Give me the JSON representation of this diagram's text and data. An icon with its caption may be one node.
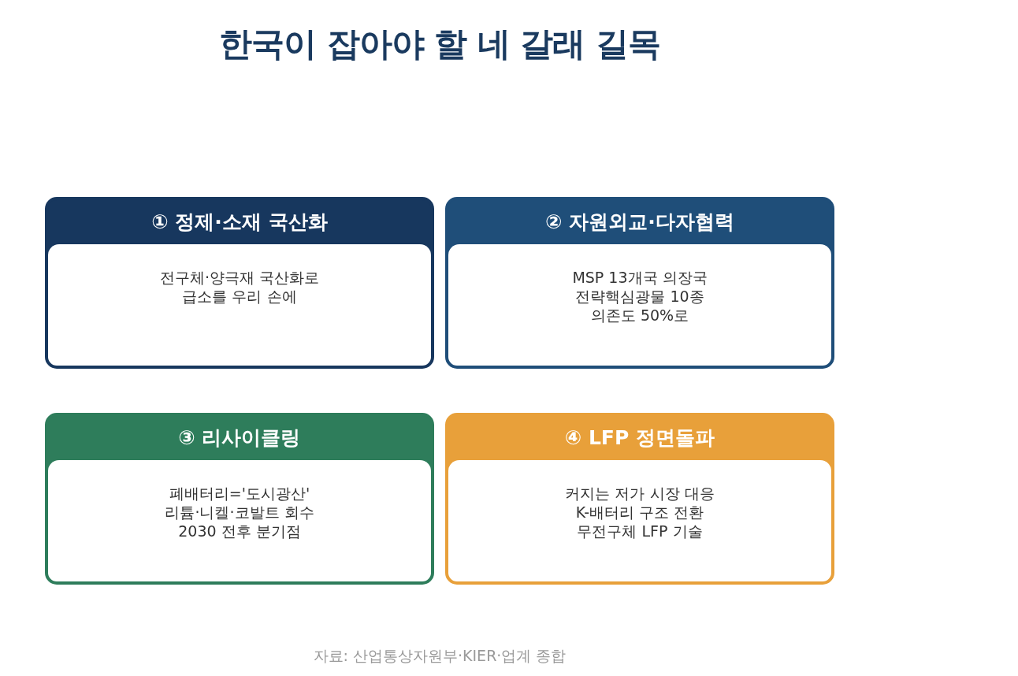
{
  "diagram": {
    "title": "한국이 잡아야 할 네 갈래 길목",
    "caption": "자료: 산업통상자원부·KIER·업계 종합",
    "nodes": [
      {
        "text": [
          "① 정제·소재 국산화",
          "전구체·양극재 국산화로 급소를 우리 손에"
        ]
      },
      {
        "text": [
          "② 자원외교·다자협력",
          "MSP 13개국 의장국 전략핵심광물 10종 의존도 50%로"
        ]
      },
      {
        "text": [
          "③ 리사이클링",
          "폐배터리='도시광산' 리튬·니켈·코발트 회수 2030 전후 분기점"
        ]
      },
      {
        "text": [
          "④ LFP 정면돌파",
          "커지는 저가 시장 대응 K-배터리 구조 전환 무전구체 LFP 기술"
        ]
      }
    ],
    "edges": []
  }
}
